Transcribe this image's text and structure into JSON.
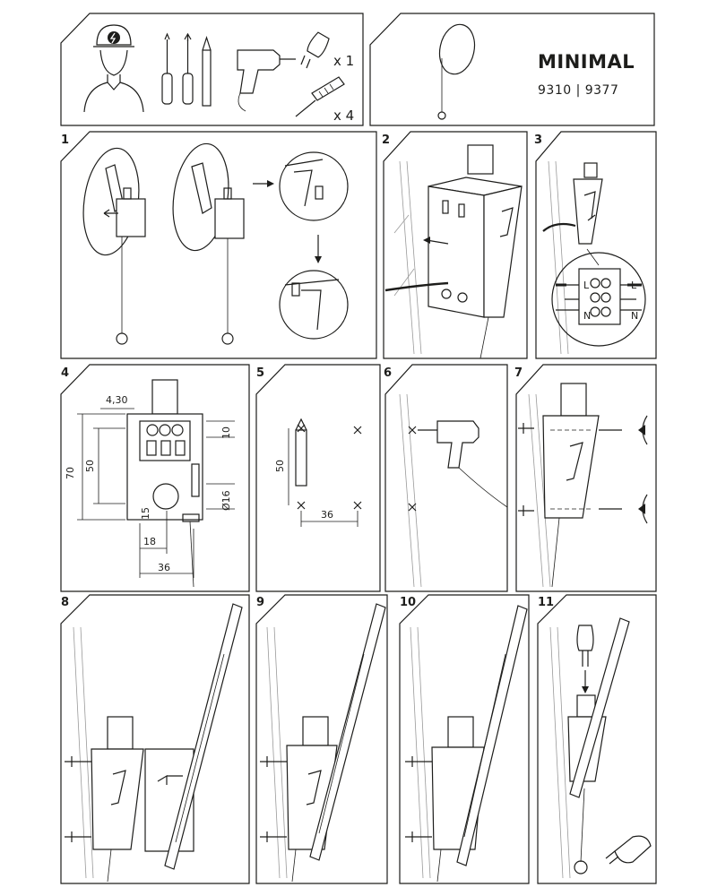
{
  "header": {
    "product_name": "MINIMAL",
    "product_codes": "9310 | 9377",
    "bulb_quantity": "x 1",
    "dowel_quantity": "x 4"
  },
  "steps": [
    "1",
    "2",
    "3",
    "4",
    "5",
    "6",
    "7",
    "8",
    "9",
    "10",
    "11"
  ],
  "step4": {
    "dim_offset": "4,30",
    "dim_height_total": "70",
    "dim_height_inner": "50",
    "dim_terminal": "10",
    "dim_hole": "Ø16",
    "dim_bottom": "15",
    "dim_width_half": "18",
    "dim_width": "36"
  },
  "step5": {
    "dim_height": "50",
    "dim_width": "36"
  },
  "terminal_labels": {
    "live_left": "L",
    "live_right": "L",
    "neutral_left": "N",
    "neutral_right": "N"
  },
  "colors": {
    "ink": "#1d1d1b",
    "wall_hatch": "#9a9a9a"
  }
}
